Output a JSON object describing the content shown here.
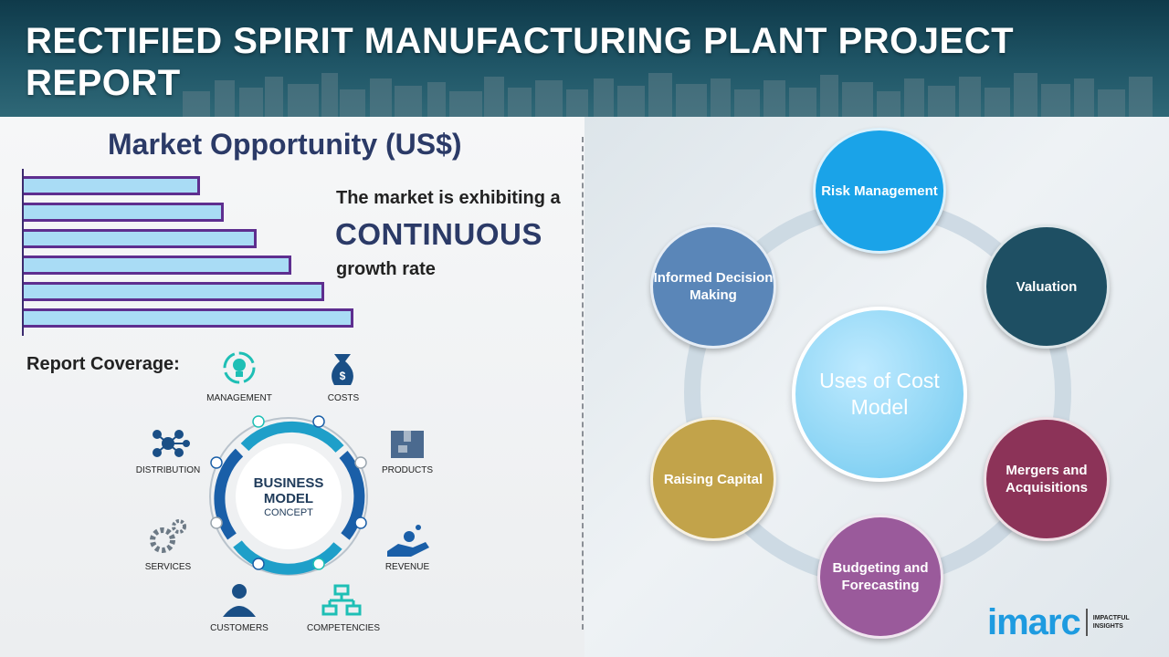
{
  "header": {
    "title": "RECTIFIED SPIRIT MANUFACTURING PLANT PROJECT REPORT"
  },
  "market": {
    "title": "Market Opportunity (US$)",
    "line1": "The market is exhibiting a",
    "line2": "CONTINUOUS",
    "line3": "growth rate",
    "bars": [
      6,
      6.8,
      7.9,
      9.1,
      10.2,
      11.2
    ]
  },
  "coverage": {
    "title": "Report Coverage:",
    "hub": {
      "line1": "BUSINESS",
      "line2": "MODEL",
      "line3": "CONCEPT"
    },
    "items": [
      {
        "label": "MANAGEMENT",
        "icon": "bulb-cycle-icon"
      },
      {
        "label": "COSTS",
        "icon": "money-bag-icon"
      },
      {
        "label": "PRODUCTS",
        "icon": "box-icon"
      },
      {
        "label": "REVENUE",
        "icon": "hand-coin-icon"
      },
      {
        "label": "COMPETENCIES",
        "icon": "flowchart-icon"
      },
      {
        "label": "CUSTOMERS",
        "icon": "person-icon"
      },
      {
        "label": "SERVICES",
        "icon": "gears-icon"
      },
      {
        "label": "DISTRIBUTION",
        "icon": "network-icon"
      }
    ]
  },
  "uses": {
    "center": "Uses of Cost Model",
    "items": [
      {
        "label": "Risk Management",
        "color": "#1aa3e8"
      },
      {
        "label": "Valuation",
        "color": "#1e4f63"
      },
      {
        "label": "Mergers and Acquisitions",
        "color": "#8c3358"
      },
      {
        "label": "Budgeting and Forecasting",
        "color": "#9a5a9b"
      },
      {
        "label": "Raising Capital",
        "color": "#c2a34a"
      },
      {
        "label": "Informed Decision Making",
        "color": "#5a86b8"
      }
    ]
  },
  "logo": {
    "name": "imarc",
    "tagline1": "IMPACTFUL",
    "tagline2": "INSIGHTS"
  }
}
